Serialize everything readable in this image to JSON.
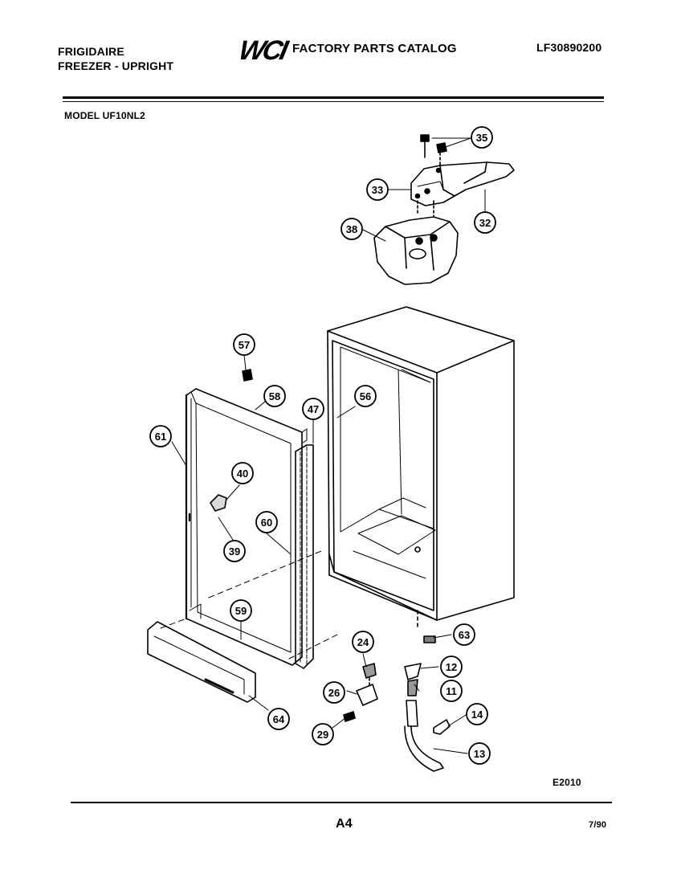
{
  "header": {
    "brand": "FRIGIDAIRE",
    "product": "FREEZER - UPRIGHT",
    "catalog_logo": "WCI",
    "catalog_title": "FACTORY PARTS CATALOG",
    "catalog_number": "LF30890200",
    "model": "MODEL UF10NL2"
  },
  "footer": {
    "figure_code": "E2010",
    "page_number": "A4",
    "revision_date": "7/90"
  },
  "callouts": {
    "c35": "35",
    "c33": "33",
    "c32": "32",
    "c38": "38",
    "c57": "57",
    "c58": "58",
    "c47": "47",
    "c56": "56",
    "c61": "61",
    "c40": "40",
    "c60": "60",
    "c39": "39",
    "c59": "59",
    "c63": "63",
    "c24": "24",
    "c12": "12",
    "c11": "11",
    "c26": "26",
    "c14": "14",
    "c29": "29",
    "c13": "13",
    "c64": "64"
  }
}
